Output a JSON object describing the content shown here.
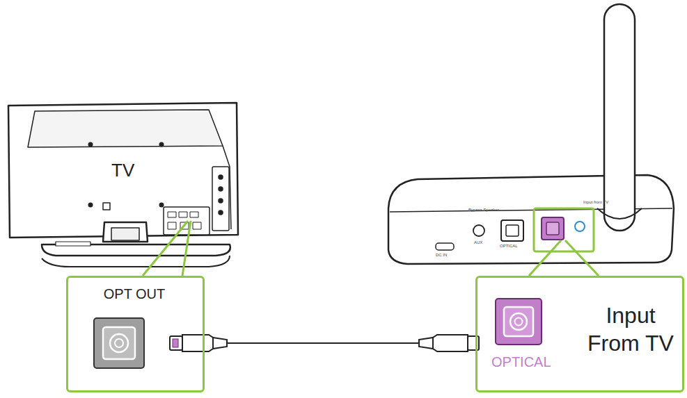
{
  "diagram": {
    "nodes": [
      {
        "text": [
          "OPT OUT"
        ]
      },
      {
        "text": [
          "OPTICAL",
          "Input From TV"
        ]
      }
    ],
    "edges": [
      {
        "from": 0,
        "to": 1,
        "arrow": "none"
      }
    ],
    "labels": [
      "TV",
      "Bypass Speaker",
      "AUX",
      "OPTICAL",
      "Input from TV",
      "DC IN"
    ]
  }
}
